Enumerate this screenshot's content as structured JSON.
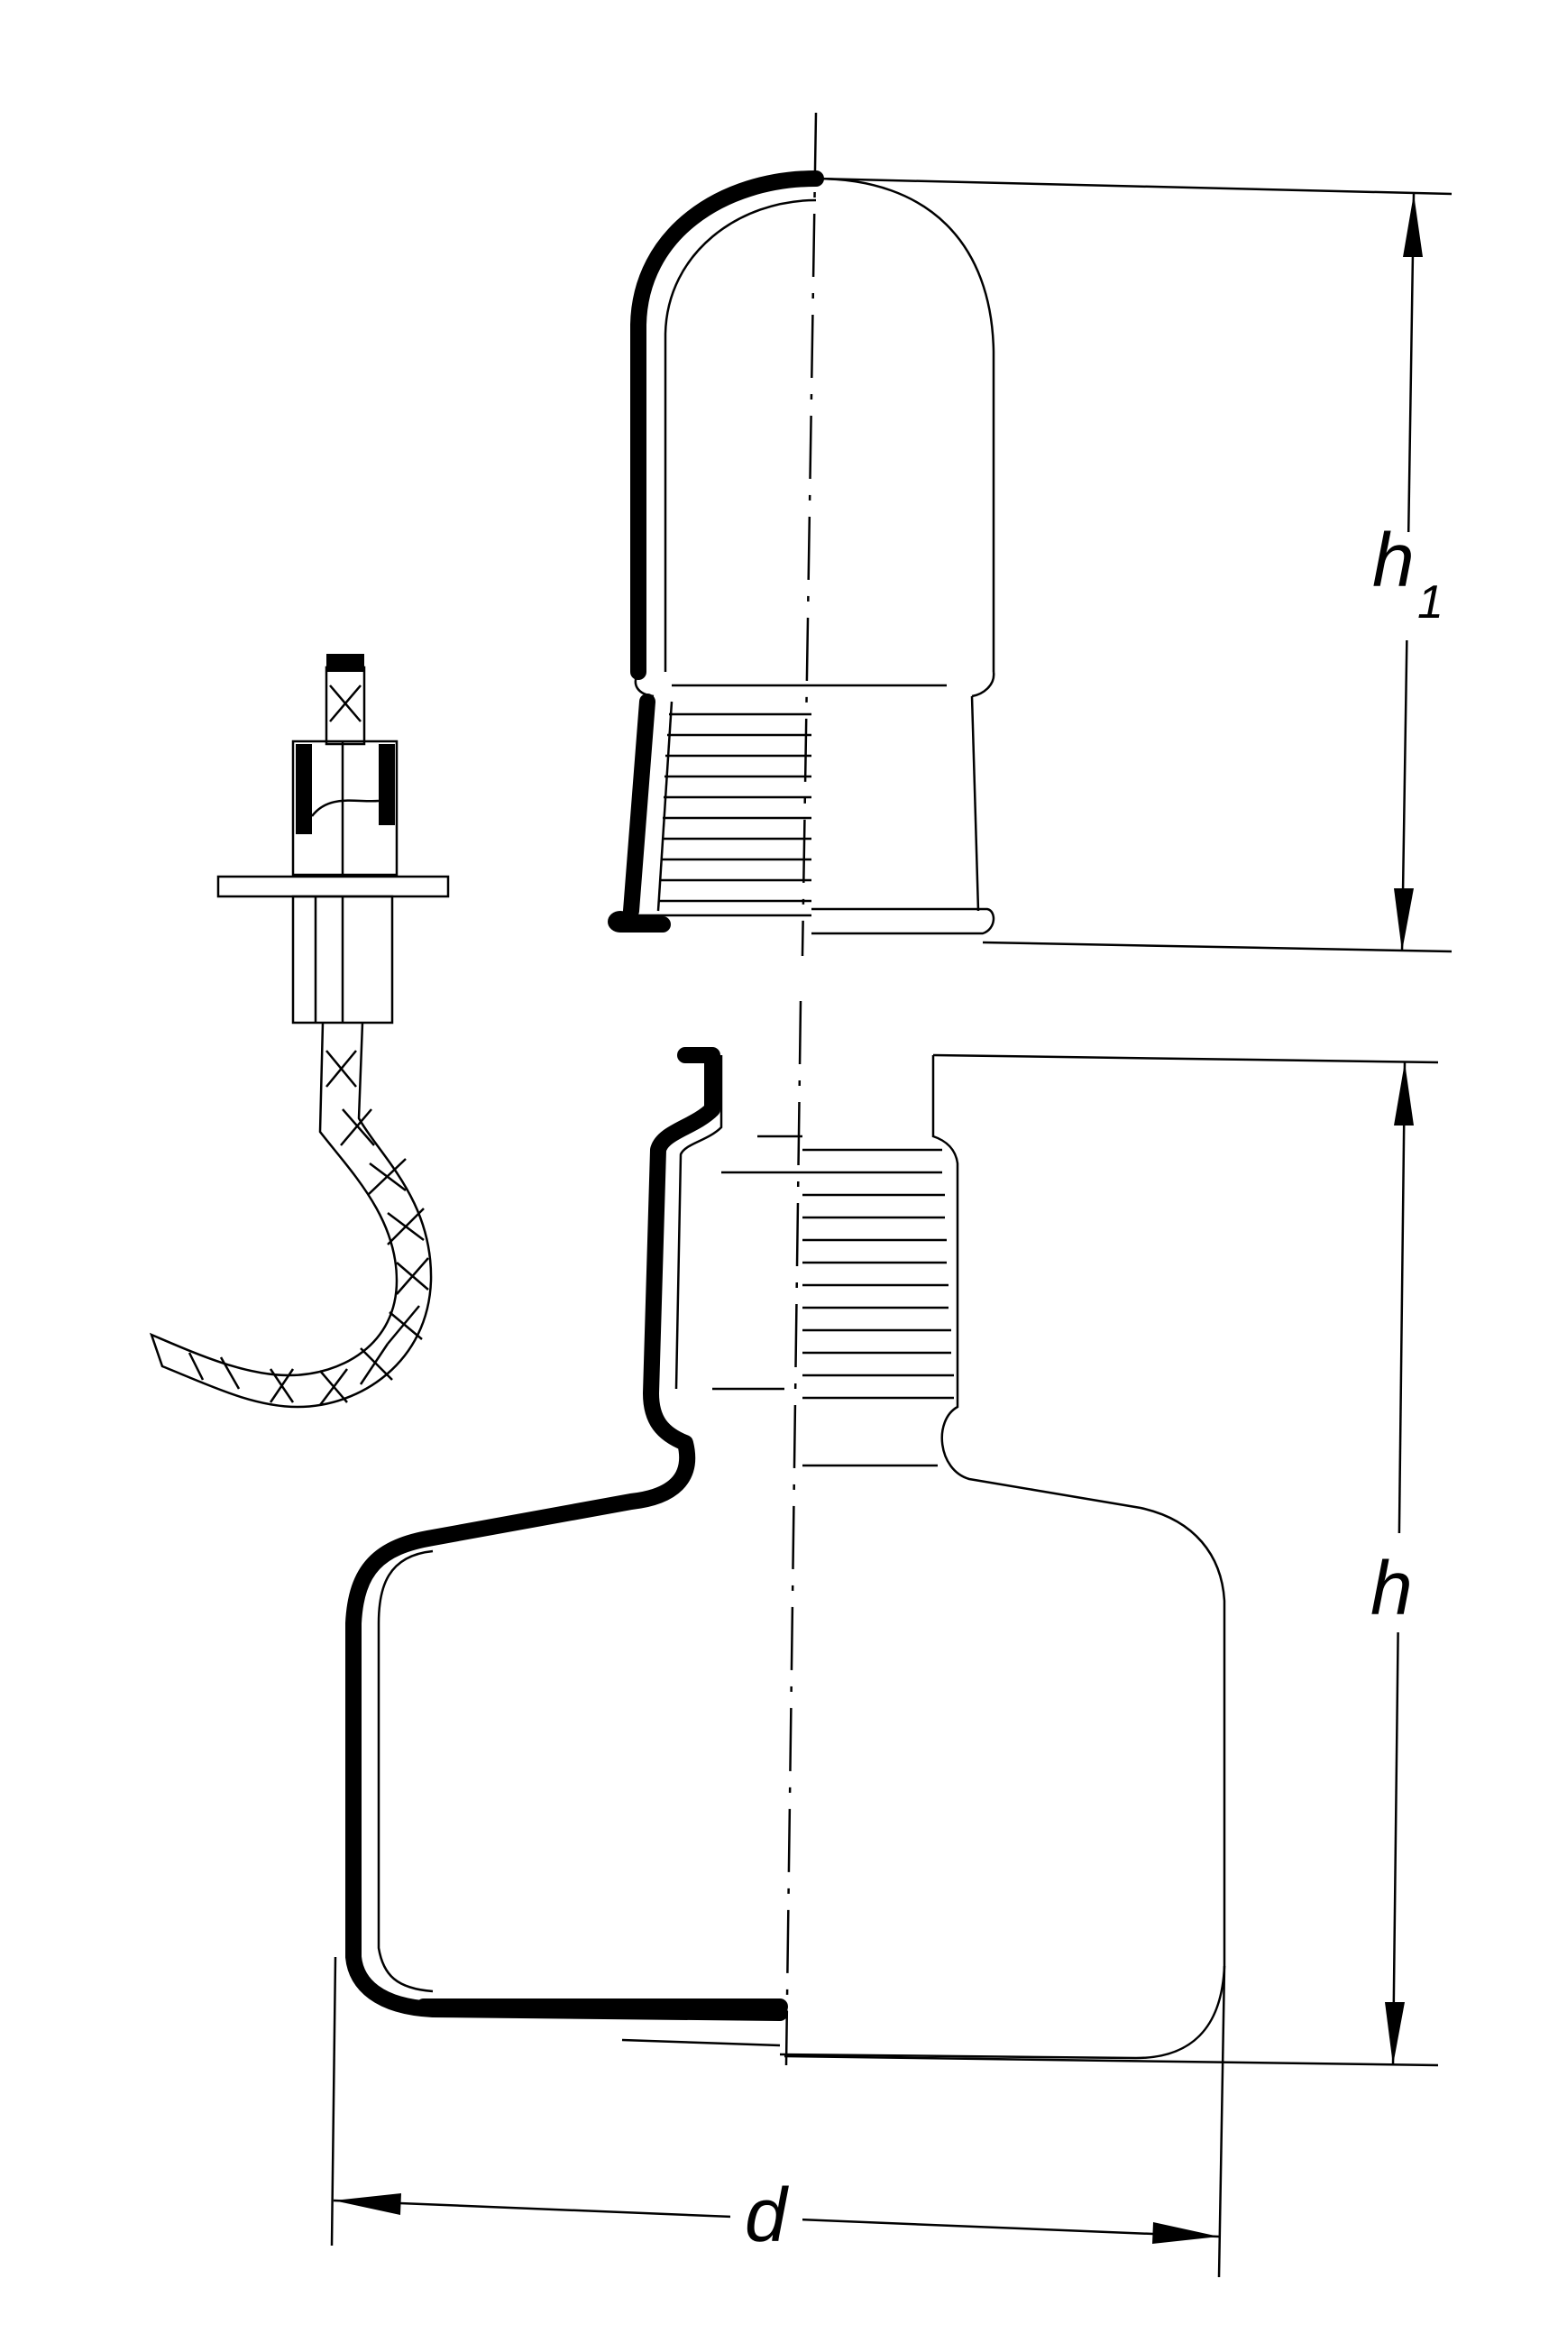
{
  "labels": {
    "h1": "h",
    "h1_sub": "1",
    "h": "h",
    "d": "d"
  },
  "colors": {
    "ink": "#000000",
    "paper": "#ffffff"
  }
}
